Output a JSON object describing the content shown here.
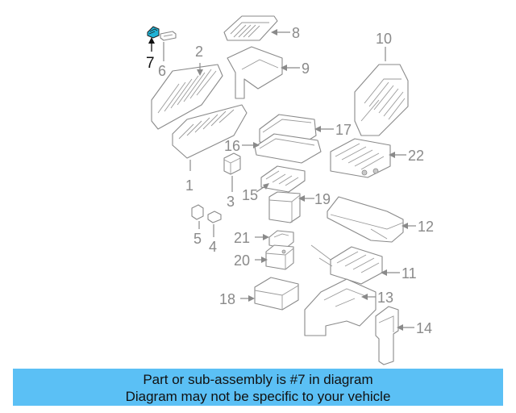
{
  "diagram": {
    "callouts": [
      {
        "id": "1",
        "label": "1"
      },
      {
        "id": "2",
        "label": "2"
      },
      {
        "id": "3",
        "label": "3"
      },
      {
        "id": "4",
        "label": "4"
      },
      {
        "id": "5",
        "label": "5"
      },
      {
        "id": "6",
        "label": "6"
      },
      {
        "id": "7",
        "label": "7",
        "highlighted": true
      },
      {
        "id": "8",
        "label": "8"
      },
      {
        "id": "9",
        "label": "9"
      },
      {
        "id": "10",
        "label": "10"
      },
      {
        "id": "11",
        "label": "11"
      },
      {
        "id": "12",
        "label": "12"
      },
      {
        "id": "13",
        "label": "13"
      },
      {
        "id": "14",
        "label": "14"
      },
      {
        "id": "15",
        "label": "15"
      },
      {
        "id": "16",
        "label": "16"
      },
      {
        "id": "17",
        "label": "17"
      },
      {
        "id": "18",
        "label": "18"
      },
      {
        "id": "19",
        "label": "19"
      },
      {
        "id": "20",
        "label": "20"
      },
      {
        "id": "21",
        "label": "21"
      },
      {
        "id": "22",
        "label": "22"
      }
    ],
    "highlight_color": "#1fb3d6",
    "line_color": "#8a8a8a"
  },
  "banner": {
    "line1": "Part or sub-assembly is #7 in diagram",
    "line2": "Diagram may not be specific to your vehicle",
    "background": "#5bc0f5"
  }
}
